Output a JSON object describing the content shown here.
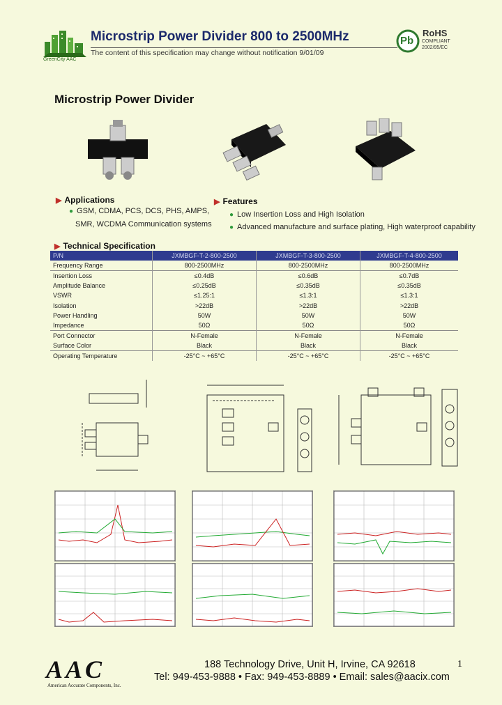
{
  "header": {
    "logo_text": "GreenCity AAC",
    "title": "Microstrip Power Divider 800 to 2500MHz",
    "notice": "The content of this specification may change without notification 9/01/09",
    "rohs_symbol": "Pb",
    "rohs_title": "RoHS",
    "rohs_line1": "COMPLIANT",
    "rohs_line2": "2002/95/EC"
  },
  "section_title": "Microstrip Power Divider",
  "applications": {
    "heading": "Applications",
    "lines": [
      "GSM, CDMA, PCS, DCS, PHS, AMPS,",
      "SMR, WCDMA Communication systems"
    ]
  },
  "features": {
    "heading": "Features",
    "items": [
      "Low Insertion Loss and High Isolation",
      "Advanced manufacture and surface plating,   High waterproof capability"
    ]
  },
  "tech_spec": {
    "heading": "Technical Specification",
    "columns": [
      "P/N",
      "JXMBGF-T-2-800-2500",
      "JXMBGF-T-3-800-2500",
      "JXMBGF-T-4-800-2500"
    ],
    "rows": [
      [
        "Frequency Range",
        "800-2500MHz",
        "800-2500MHz",
        "800-2500MHz"
      ],
      [
        "Insertion Loss",
        "≤0.4dB",
        "≤0.6dB",
        "≤0.7dB"
      ],
      [
        "Amplitude Balance",
        "≤0.25dB",
        "≤0.35dB",
        "≤0.35dB"
      ],
      [
        "VSWR",
        "≤1.25:1",
        "≤1.3:1",
        "≤1.3:1"
      ],
      [
        "Isolation",
        ">22dB",
        ">22dB",
        ">22dB"
      ],
      [
        "Power Handling",
        "50W",
        "50W",
        "50W"
      ],
      [
        "Impedance",
        "50Ω",
        "50Ω",
        "50Ω"
      ],
      [
        "Port Connector",
        "N-Female",
        "N-Female",
        "N-Female"
      ],
      [
        "Surface Color",
        "Black",
        "Black",
        "Black"
      ],
      [
        "Operating Temperature",
        "-25°C ~ +65°C",
        "-25°C ~ +65°C",
        "-25°C ~ +65°C"
      ]
    ]
  },
  "footer": {
    "logo": "AAC",
    "company": "American Accurate Components, Inc.",
    "address": "188 Technology Drive, Unit H, Irvine, CA 92618",
    "contact": "Tel: 949-453-9888 • Fax: 949-453-8889 • Email: sales@aacix.com",
    "page": "1"
  },
  "colors": {
    "brand_blue": "#1c2a6b",
    "table_header": "#2f3b8f",
    "bullet_green": "#2f9a3c",
    "arrow_red": "#c0302a"
  }
}
